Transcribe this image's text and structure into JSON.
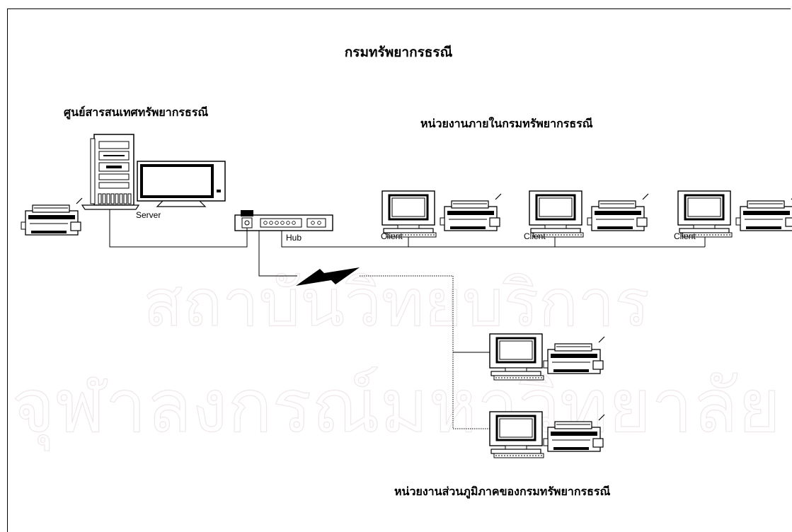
{
  "title": "กรมทรัพยากรธรณี",
  "watermark": {
    "line1": "สถาบันวิทยบริการ",
    "line2": "จุฬาลงกรณ์มหาวิทยาลัย"
  },
  "groups": {
    "central": "ศูนย์สารสนเทศทรัพยากรธรณี",
    "internal": "หน่วยงานภายในกรมทรัพยากรธรณี",
    "regional": "หน่วยงานส่วนภูมิภาคของกรมทรัพยากรธรณี"
  },
  "devices": {
    "server": "Server",
    "hub": "Hub",
    "client1": "Client",
    "client2": "Client",
    "client3": "Client"
  },
  "colors": {
    "line": "#000000",
    "watermark": "#e8dede",
    "monitor_screen": "#ffffff"
  }
}
